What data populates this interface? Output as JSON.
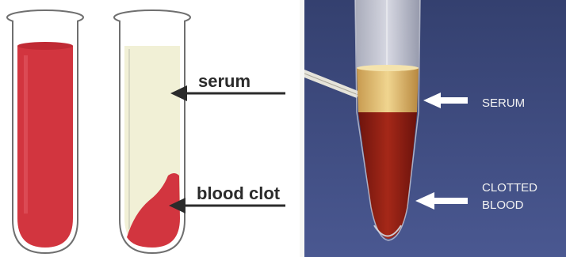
{
  "left_panel": {
    "serum_label": "serum",
    "clot_label": "blood clot"
  },
  "right_panel": {
    "serum_label": "SERUM",
    "clotted_label_line1": "CLOTTED",
    "clotted_label_line2": "BLOOD"
  },
  "colors": {
    "blood": "#d2353f",
    "serum_pale": "#f1f0d6",
    "photo_background": "#3c4a80",
    "clotted_blood_photo": "#8e1d14",
    "serum_photo": "#e2c47a",
    "arrow_dark": "#2b2b2b",
    "arrow_light": "#ffffff"
  }
}
